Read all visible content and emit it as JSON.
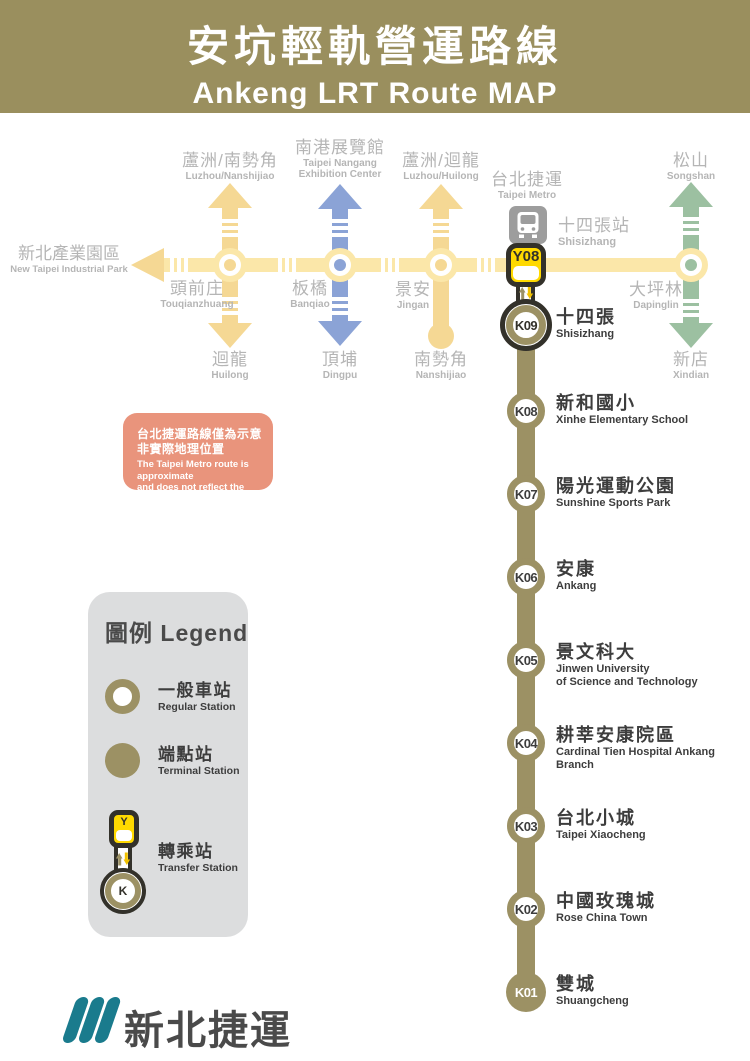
{
  "header": {
    "title_zh": "安坑輕軌營運路線",
    "title_en": "Ankeng LRT Route MAP"
  },
  "colors": {
    "header_olive": "#9a8f5e",
    "line_olive": "#9c9164",
    "metro_yellow": "#fbe7a9",
    "branch_yellow": "#f5d894",
    "blue_line": "#8ba3d6",
    "green_line": "#9cc0a1",
    "transfer_yellow": "#ffd900",
    "outline_dark": "#33312a",
    "note_salmon": "#e9947c",
    "legend_gray": "#dcddde",
    "brand_teal": "#1a7b8d"
  },
  "metro": {
    "taipei_metro": {
      "zh": "台北捷運",
      "en": "Taipei Metro"
    },
    "left_terminal": {
      "zh": "新北產業園區",
      "en": "New Taipei Industrial Park"
    },
    "shisizhang_metro": {
      "zh": "十四張站",
      "en": "Shisizhang"
    },
    "crossings": [
      {
        "zh": "頭前庄",
        "en": "Touqianzhuang",
        "up_zh": "蘆洲/南勢角",
        "up_en": "Luzhou/Nanshijiao",
        "down_zh": "迴龍",
        "down_en": "Huilong"
      },
      {
        "zh": "板橋",
        "en": "Banqiao",
        "up_zh": "南港展覽館",
        "up_en1": "Taipei Nangang",
        "up_en2": "Exhibition Center",
        "down_zh": "頂埔",
        "down_en": "Dingpu"
      },
      {
        "zh": "景安",
        "en": "Jingan",
        "up_zh": "蘆洲/迴龍",
        "up_en": "Luzhou/Huilong",
        "down_zh": "南勢角",
        "down_en": "Nanshijiao"
      },
      {
        "zh": "大坪林",
        "en": "Dapinglin",
        "up_zh": "松山",
        "up_en": "Songshan",
        "down_zh": "新店",
        "down_en": "Xindian"
      }
    ]
  },
  "note": {
    "zh1": "台北捷運路線僅為示意",
    "zh2": "非實際地理位置",
    "en1": "The Taipei Metro route is approximate",
    "en2": "and does not reflect the exact location."
  },
  "lrt": {
    "transfer_badge": "Y08",
    "stations": [
      {
        "code": "K09",
        "zh": "十四張",
        "en": "Shisizhang",
        "type": "transfer"
      },
      {
        "code": "K08",
        "zh": "新和國小",
        "en": "Xinhe Elementary School",
        "type": "regular"
      },
      {
        "code": "K07",
        "zh": "陽光運動公園",
        "en": "Sunshine Sports Park",
        "type": "regular"
      },
      {
        "code": "K06",
        "zh": "安康",
        "en": "Ankang",
        "type": "regular"
      },
      {
        "code": "K05",
        "zh": "景文科大",
        "en": "Jinwen University",
        "en2": "of Science and Technology",
        "type": "regular"
      },
      {
        "code": "K04",
        "zh": "耕莘安康院區",
        "en": "Cardinal Tien Hospital Ankang Branch",
        "type": "regular"
      },
      {
        "code": "K03",
        "zh": "台北小城",
        "en": "Taipei Xiaocheng",
        "type": "regular"
      },
      {
        "code": "K02",
        "zh": "中國玫瑰城",
        "en": "Rose China Town",
        "type": "regular"
      },
      {
        "code": "K01",
        "zh": "雙城",
        "en": "Shuangcheng",
        "type": "terminal"
      }
    ]
  },
  "legend": {
    "title": "圖例 Legend",
    "regular": {
      "zh": "一般車站",
      "en": "Regular Station"
    },
    "terminal": {
      "zh": "端點站",
      "en": "Terminal Station"
    },
    "transfer": {
      "zh": "轉乘站",
      "en": "Transfer Station",
      "y": "Y",
      "k": "K"
    }
  },
  "footer": {
    "brand": "新北捷運"
  }
}
